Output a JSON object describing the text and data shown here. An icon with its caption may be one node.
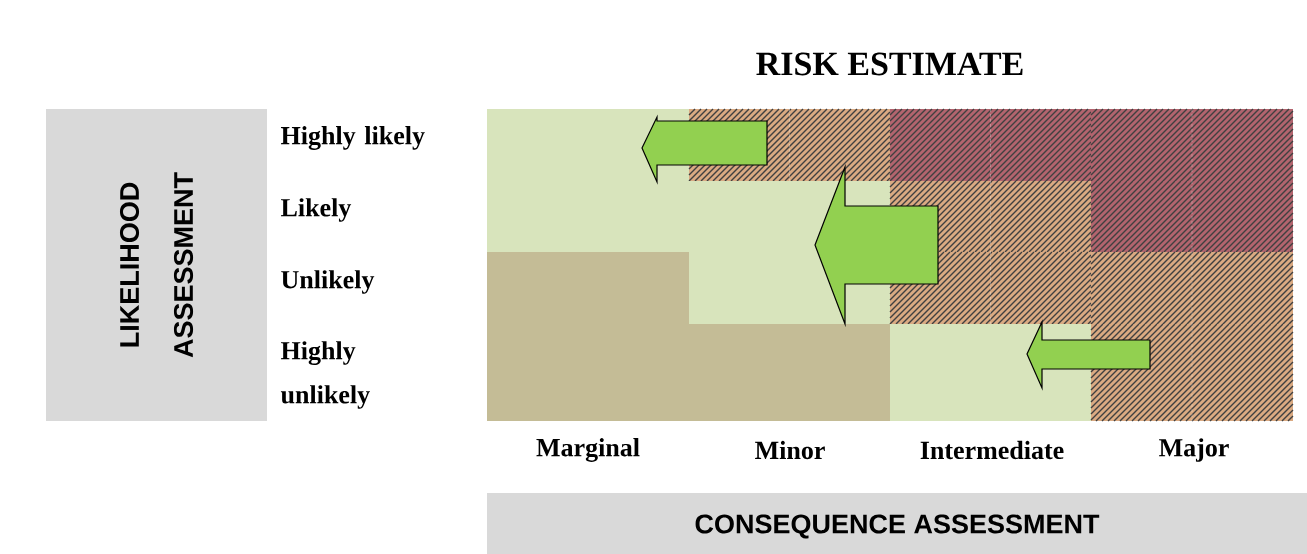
{
  "diagram": {
    "title": "RISK ESTIMATE",
    "nodes": [
      {
        "text": [
          "LIKELIHOOD ASSESSMENT"
        ]
      },
      {
        "text": [
          "CONSEQUENCE ASSESSMENT"
        ]
      }
    ],
    "labels": [
      "Highly likely",
      "Likely",
      "Unlikely",
      "Highly unlikely",
      "Marginal",
      "Minor",
      "Intermediate",
      "Major"
    ]
  }
}
